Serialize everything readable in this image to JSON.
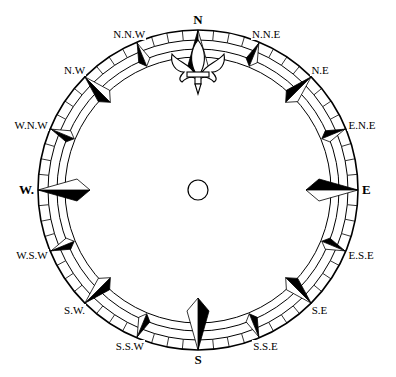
{
  "diagram": {
    "labels": [
      "N",
      "N.N.E",
      "N.E",
      "E.N.E",
      "E",
      "E.S.E",
      "S.E",
      "S.S.E",
      "S",
      "S.S.W",
      "S.W.",
      "W.S.W",
      "W.",
      "W.N.W",
      "N.W",
      "N.N.W"
    ]
  }
}
